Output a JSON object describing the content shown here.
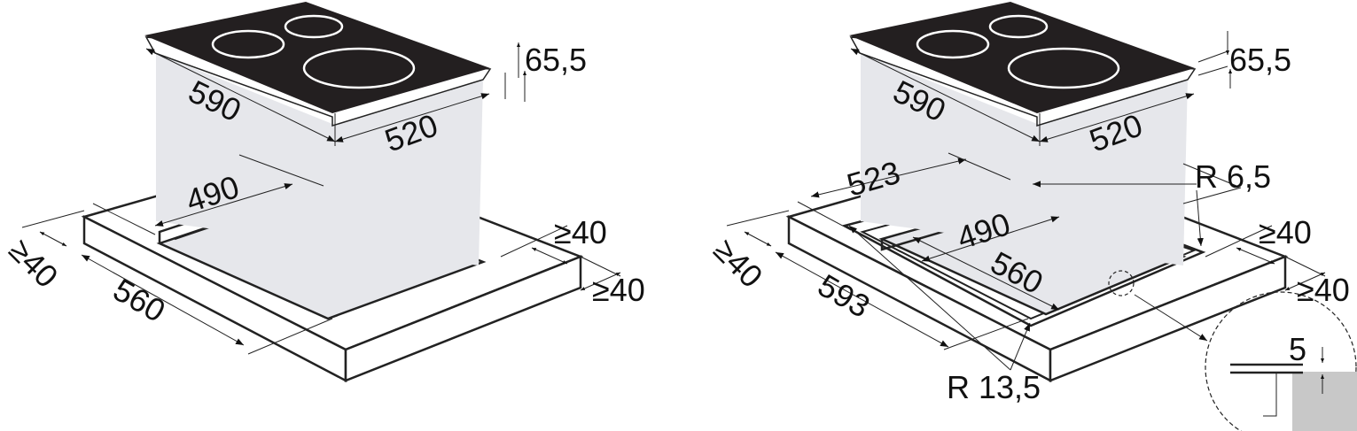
{
  "colors": {
    "hob_glass": "#231f20",
    "burner_ring": "#ffffff",
    "projection": "#e6e7eb",
    "line": "#222222"
  },
  "left_figure": {
    "hob_width": "590",
    "hob_depth": "520",
    "hob_height": "65,5",
    "cutout_depth": "490",
    "cutout_width": "560",
    "clearance_left": "≥40",
    "clearance_back": "≥40",
    "clearance_right": "≥40"
  },
  "right_figure": {
    "hob_width": "590",
    "hob_depth": "520",
    "hob_height": "65,5",
    "rebate_depth": "523",
    "rebate_width": "593",
    "inner_radius": "R 6,5",
    "outer_radius": "R 13,5",
    "cutout_depth": "490",
    "cutout_width": "560",
    "clearance_left": "≥40",
    "clearance_back": "≥40",
    "clearance_right": "≥40",
    "rebate_detail_depth": "5"
  }
}
